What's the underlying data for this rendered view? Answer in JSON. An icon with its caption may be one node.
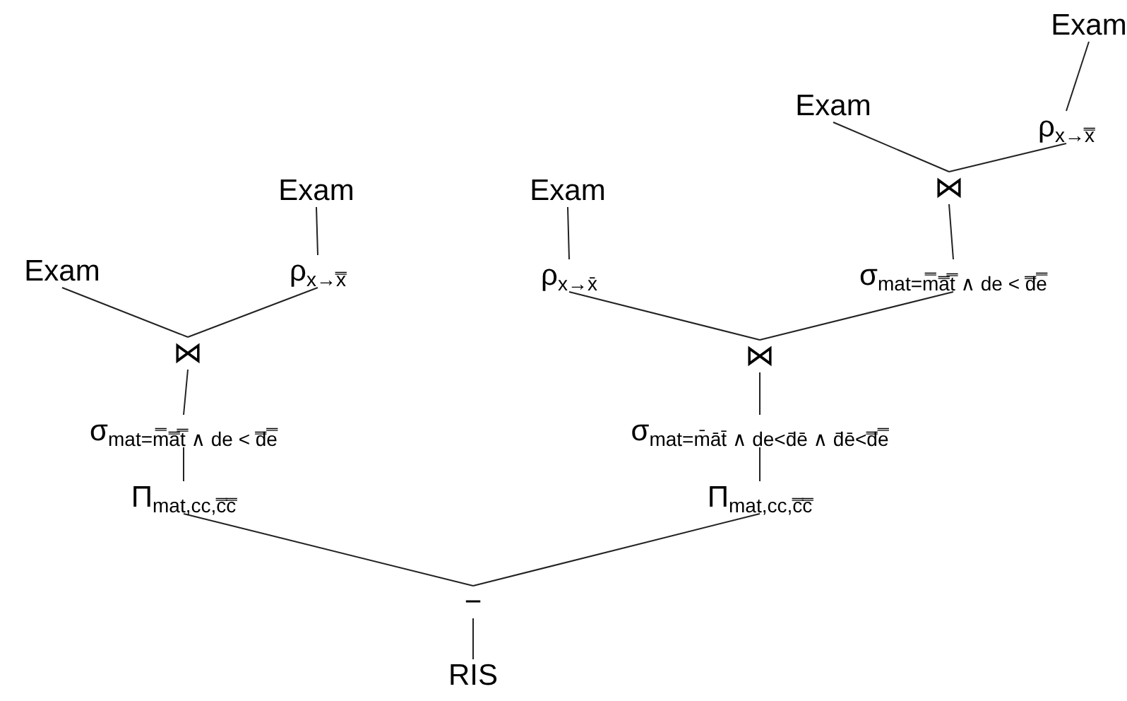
{
  "diagram": {
    "nodes": [
      {
        "text": [
          "Exam"
        ]
      },
      {
        "text": [
          "Exam"
        ]
      },
      {
        "text": [
          "ρ$_{x→x̿}$"
        ]
      },
      {
        "text": [
          "Exam"
        ]
      },
      {
        "text": [
          "Exam"
        ]
      },
      {
        "text": [
          "⋈"
        ]
      },
      {
        "text": [
          "Exam"
        ]
      },
      {
        "text": [
          "ρ$_{x→x̿}$"
        ]
      },
      {
        "text": [
          "ρ$_{x→x̄}$"
        ]
      },
      {
        "text": [
          "σ$_{mat=m̿a̿t̿ ∧ de < d̿e̿}$"
        ]
      },
      {
        "text": [
          "⋈"
        ]
      },
      {
        "text": [
          "⋈"
        ]
      },
      {
        "text": [
          "σ$_{mat=m̿a̿t̿ ∧ de < d̿e̿}$"
        ]
      },
      {
        "text": [
          "σ$_{mat=m̄āt̄ ∧ de<d̄ē ∧ d̄ē<d̿e̿}$"
        ]
      },
      {
        "text": [
          "Π$_{mat,cc,c̿c̿}$"
        ]
      },
      {
        "text": [
          "Π$_{mat,cc,c̿c̿}$"
        ]
      },
      {
        "text": [
          "−"
        ]
      },
      {
        "text": [
          "RIS"
        ]
      }
    ],
    "edges": [
      {
        "from": 0,
        "to": 2,
        "arrow": "none"
      },
      {
        "from": 1,
        "to": 5,
        "arrow": "none"
      },
      {
        "from": 2,
        "to": 5,
        "arrow": "none"
      },
      {
        "from": 5,
        "to": 9,
        "arrow": "none"
      },
      {
        "from": 3,
        "to": 7,
        "arrow": "none"
      },
      {
        "from": 6,
        "to": 10,
        "arrow": "none"
      },
      {
        "from": 7,
        "to": 10,
        "arrow": "none"
      },
      {
        "from": 10,
        "to": 12,
        "arrow": "none"
      },
      {
        "from": 12,
        "to": 14,
        "arrow": "none"
      },
      {
        "from": 4,
        "to": 8,
        "arrow": "none"
      },
      {
        "from": 8,
        "to": 11,
        "arrow": "none"
      },
      {
        "from": 9,
        "to": 11,
        "arrow": "none"
      },
      {
        "from": 11,
        "to": 13,
        "arrow": "none"
      },
      {
        "from": 13,
        "to": 15,
        "arrow": "none"
      },
      {
        "from": 14,
        "to": 16,
        "arrow": "none"
      },
      {
        "from": 15,
        "to": 16,
        "arrow": "none"
      },
      {
        "from": 16,
        "to": 17,
        "arrow": "none"
      }
    ]
  }
}
